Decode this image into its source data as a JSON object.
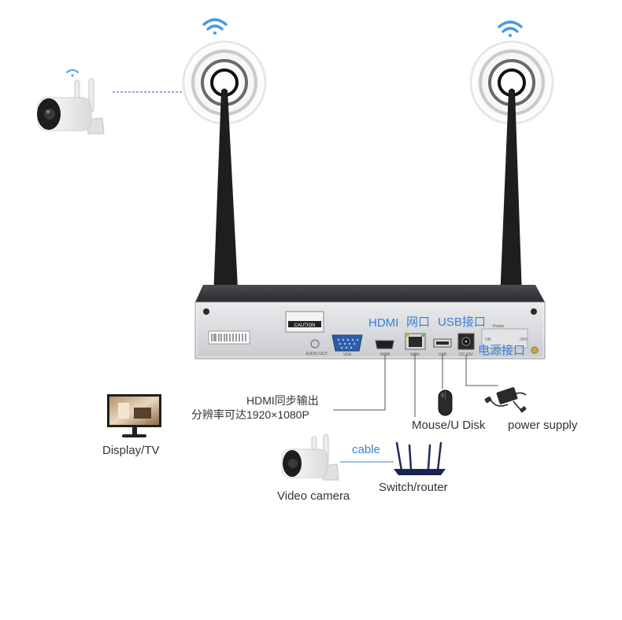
{
  "labels": {
    "hdmi_port": "HDMI",
    "lan_port": "网口",
    "usb_port": "USB接口",
    "power_port": "电源接口",
    "hdmi_output_line1": "HDMI同步输出",
    "hdmi_output_line2": "分辨率可达1920×1080P",
    "display": "Display/TV",
    "mouse": "Mouse/U Disk",
    "power_supply": "power supply",
    "cable": "cable",
    "switch": "Switch/router",
    "video_camera": "Video camera"
  },
  "device": {
    "caution_label": "CAUTION",
    "port_vga": "VGA",
    "port_hdmi": "HDMI",
    "port_lan": "WAN",
    "port_usb": "USB",
    "port_dc": "DC 12V",
    "port_audio": "AUDIO OUT",
    "power_switch": "Power",
    "switch_on": "ON",
    "switch_off": "OFF"
  },
  "colors": {
    "accent_blue": "#3a7fd5",
    "nvr_body": "#2b2c30",
    "antenna": "#222222"
  }
}
